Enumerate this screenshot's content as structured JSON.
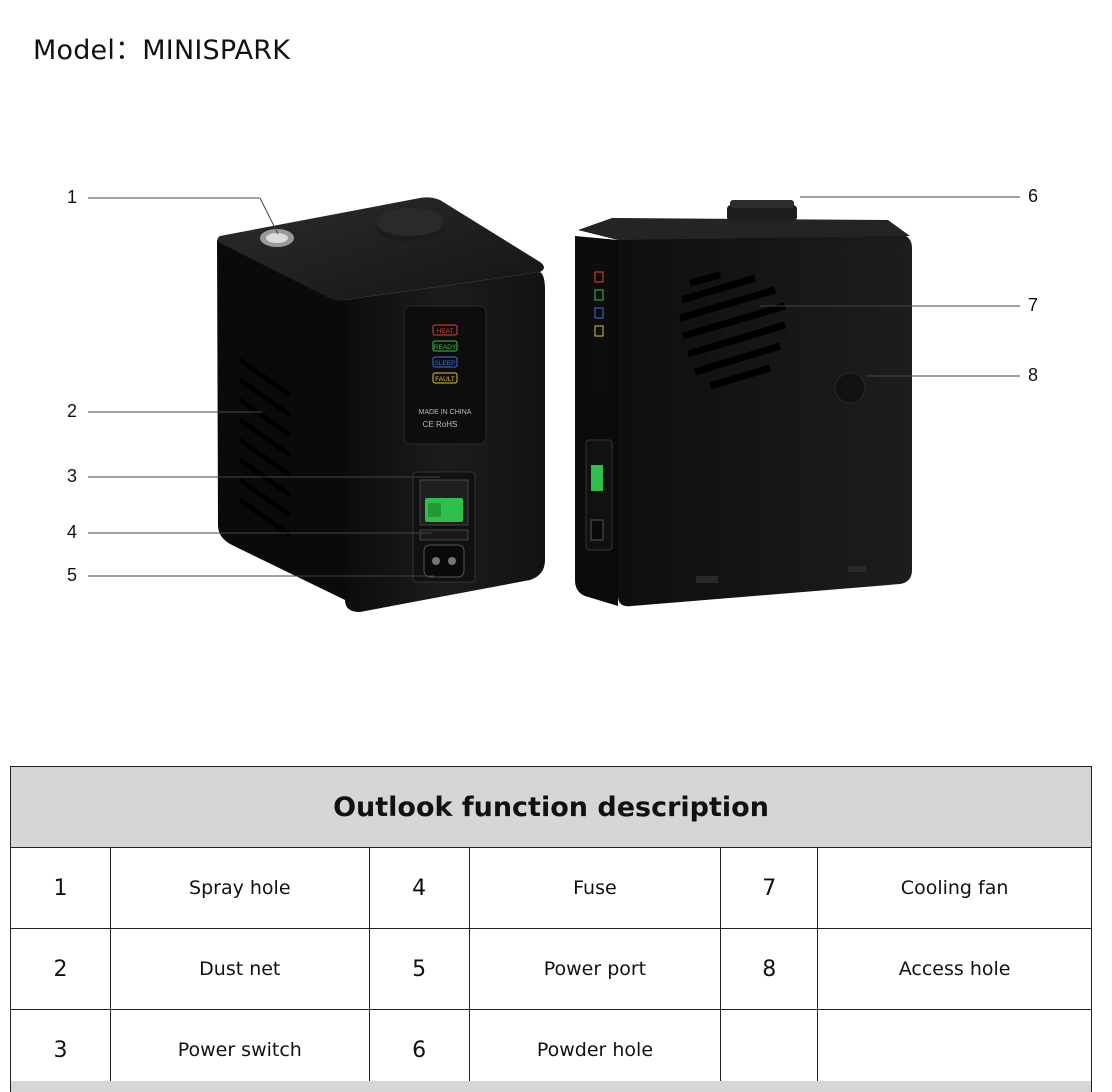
{
  "header": {
    "model_label": "Model：",
    "model_value": "MINISPARK"
  },
  "device_labels": {
    "indicators": [
      "HEAT",
      "READY",
      "SLEEP",
      "FAULT"
    ],
    "made_in": "MADE IN CHINA",
    "cert": "CE RoHS"
  },
  "callouts": [
    "1",
    "2",
    "3",
    "4",
    "5",
    "6",
    "7",
    "8"
  ],
  "table": {
    "title": "Outlook function description",
    "rows": [
      [
        {
          "num": "1",
          "label": "Spray hole"
        },
        {
          "num": "4",
          "label": "Fuse"
        },
        {
          "num": "7",
          "label": "Cooling fan"
        }
      ],
      [
        {
          "num": "2",
          "label": "Dust net"
        },
        {
          "num": "5",
          "label": "Power port"
        },
        {
          "num": "8",
          "label": "Access hole"
        }
      ],
      [
        {
          "num": "3",
          "label": "Power switch"
        },
        {
          "num": "6",
          "label": "Powder hole"
        },
        {
          "num": "",
          "label": ""
        }
      ]
    ]
  },
  "colors": {
    "device_body": "#1a1a1a",
    "header_bg": "#d6d6d6",
    "switch_green": "#2fbf4a"
  }
}
